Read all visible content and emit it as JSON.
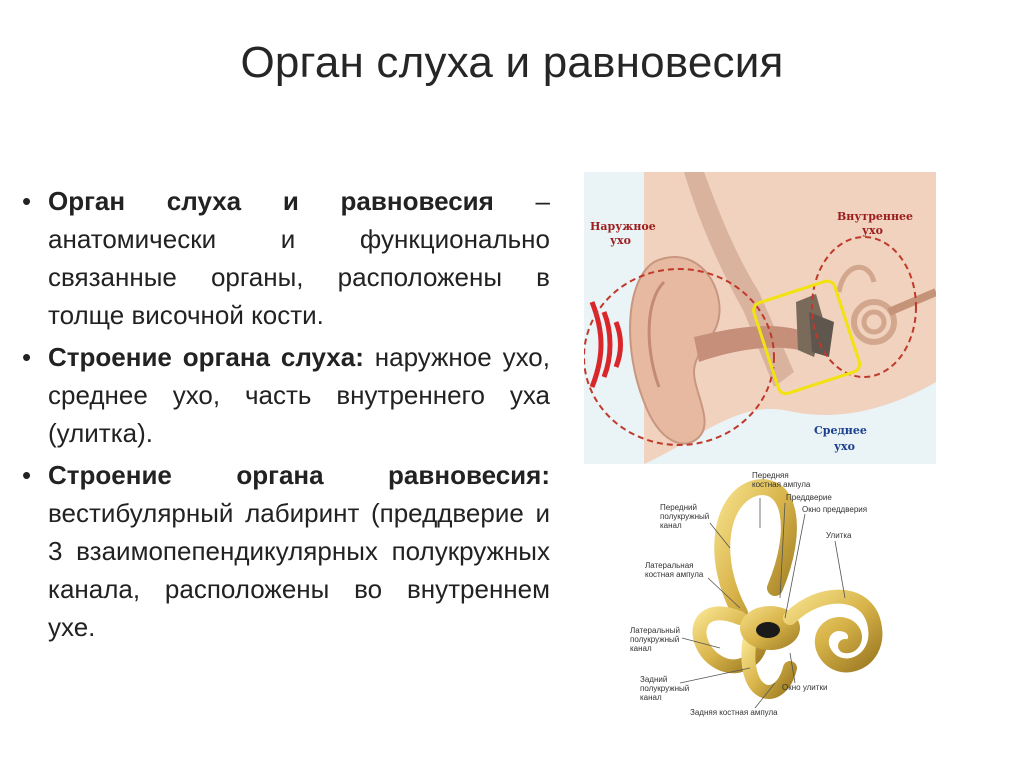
{
  "slide": {
    "title": "Орган слуха и равновесия",
    "bullets": [
      {
        "bold": "Орган слуха и равновесия",
        "text": " – анатомически и функционально связанные органы, расположены в толще височной кости."
      },
      {
        "bold": "Строение органа слуха:",
        "text": " наружное ухо, среднее ухо, часть внутреннего уха (улитка)."
      },
      {
        "bold": "Строение органа равновесия:",
        "text": " вестибулярный лабиринт (преддверие и 3 взаимопепендикулярных полукружных канала, расположены во внутреннем ухе."
      }
    ]
  },
  "ear_figure": {
    "labels": {
      "outer_1": "Наружное",
      "outer_2": "ухо",
      "inner_1": "Внутреннее",
      "inner_2": "ухо",
      "middle_1": "Среднее",
      "middle_2": "ухо"
    }
  },
  "labyrinth_figure": {
    "labels": {
      "ant_ampulla_1": "Передняя",
      "ant_ampulla_2": "костная ампула",
      "vestibule": "Преддверие",
      "ant_canal_1": "Передний",
      "ant_canal_2": "полукружный",
      "ant_canal_3": "канал",
      "oval_window": "Окно преддверия",
      "cochlea": "Улитка",
      "lat_ampulla_1": "Латеральная",
      "lat_ampulla_2": "костная ампула",
      "lat_canal_1": "Латеральный",
      "lat_canal_2": "полукружный",
      "lat_canal_3": "канал",
      "post_canal_1": "Задний",
      "post_canal_2": "полукружный",
      "post_canal_3": "канал",
      "round_window": "Окно улитки",
      "post_ampulla": "Задняя костная ампула"
    }
  }
}
